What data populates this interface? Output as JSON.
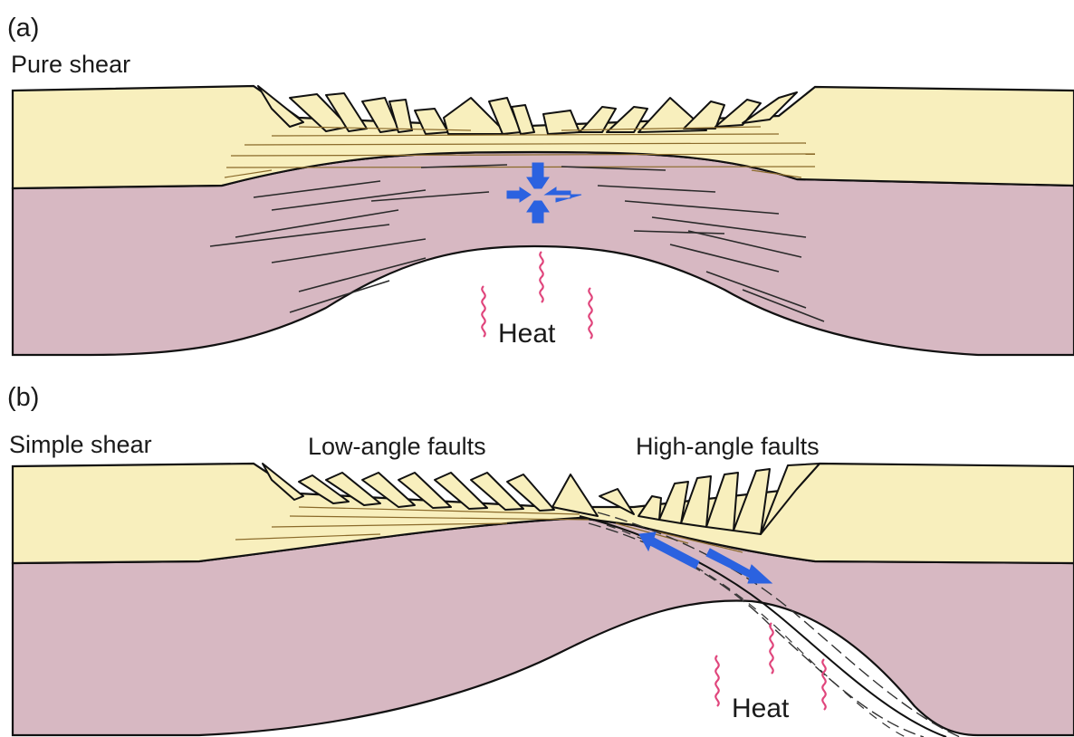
{
  "panels": [
    {
      "letter": "(a)",
      "title": "Pure shear",
      "heat_label": "Heat"
    },
    {
      "letter": "(b)",
      "title": "Simple shear",
      "low_angle_label": "Low-angle faults",
      "high_angle_label": "High-angle faults",
      "heat_label": "Heat"
    }
  ],
  "colors": {
    "upper_crust": "#f8efbd",
    "lower_crust": "#d7b8c2",
    "heat_lines": "#e0457c",
    "arrows": "#2b62e0",
    "outline": "#111111"
  }
}
